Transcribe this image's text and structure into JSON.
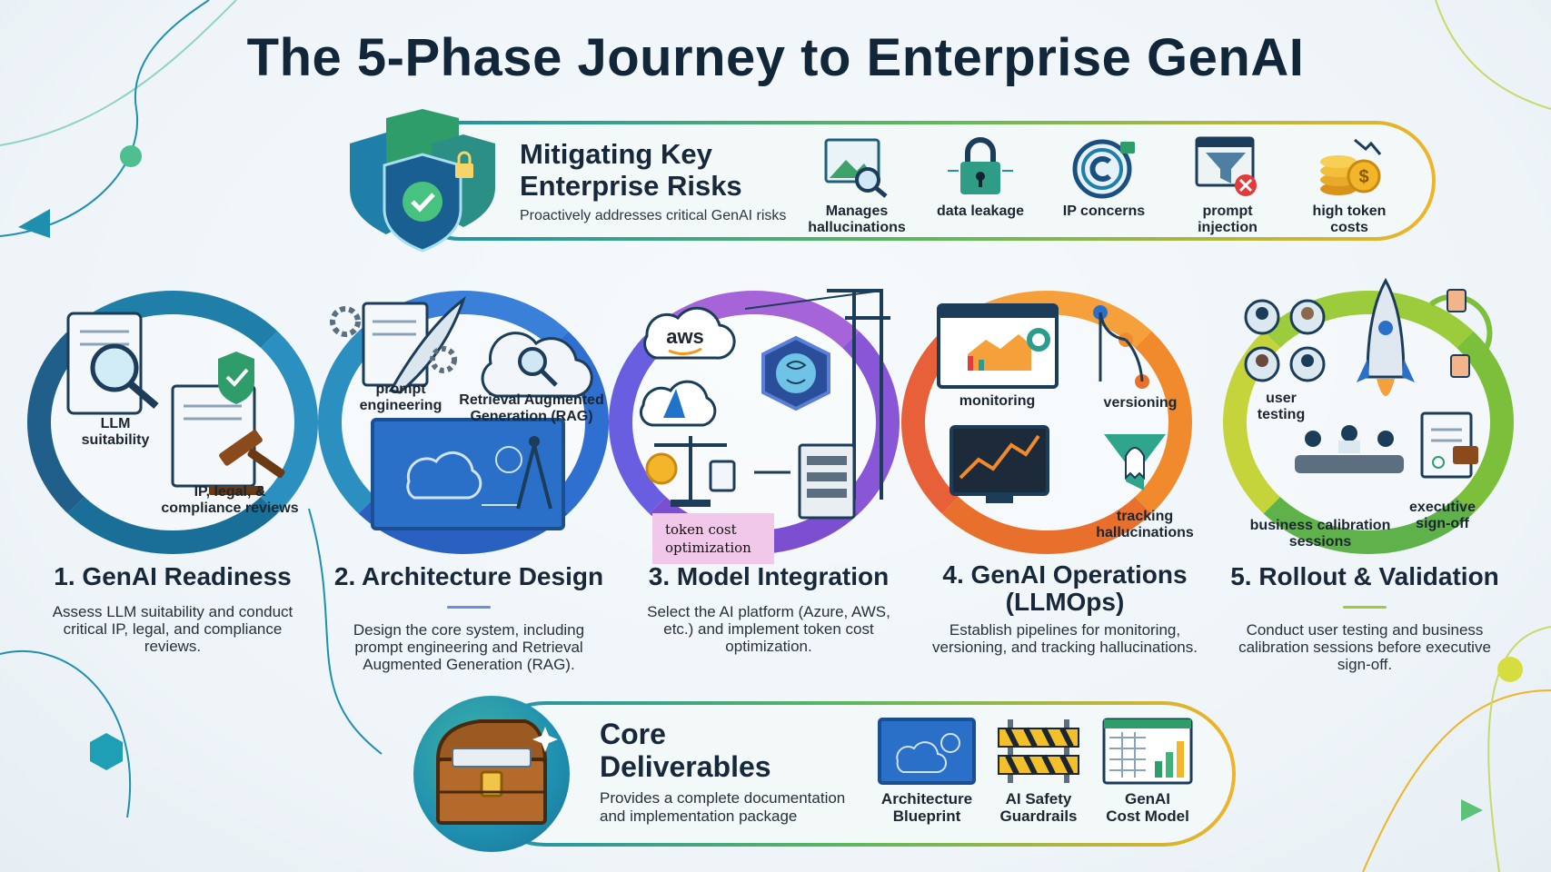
{
  "title": "The 5-Phase Journey to Enterprise GenAI",
  "risks": {
    "heading_line1": "Mitigating Key",
    "heading_line2": "Enterprise Risks",
    "subtitle": "Proactively addresses critical GenAI risks",
    "items": [
      {
        "icon": "hallucination-image-icon",
        "line1": "Manages",
        "line2": "hallucinations"
      },
      {
        "icon": "padlock-icon",
        "line1": "data leakage",
        "line2": ""
      },
      {
        "icon": "copyright-icon",
        "line1": "IP concerns",
        "line2": ""
      },
      {
        "icon": "filter-block-icon",
        "line1": "prompt",
        "line2": "injection"
      },
      {
        "icon": "coins-icon",
        "line1": "high token",
        "line2": "costs"
      }
    ]
  },
  "phases": [
    {
      "title": "1. GenAI Readiness",
      "labels": [
        "LLM\nsuitability",
        "IP, legal, &\ncompliance reviews"
      ],
      "desc": "Assess LLM suitability and conduct critical IP, legal, and compliance reviews.",
      "color": "#1f7fa8"
    },
    {
      "title": "2. Architecture Design",
      "labels": [
        "prompt\nengineering",
        "Retrieval Augmented\nGeneration (RAG)"
      ],
      "desc": "Design the core system, including prompt engineering and Retrieval Augmented Generation (RAG).",
      "color": "#2f6fd0"
    },
    {
      "title": "3. Model Integration",
      "labels": [
        "aws"
      ],
      "desc": "Select the AI platform (Azure, AWS, etc.) and implement token cost optimization.",
      "color": "#8a56d8"
    },
    {
      "title": "4. GenAI Operations",
      "title2": "(LLMOps)",
      "labels": [
        "monitoring",
        "versioning",
        "tracking\nhallucinations"
      ],
      "desc": "Establish pipelines for monitoring, versioning, and tracking hallucinations.",
      "color": "#f08a2c"
    },
    {
      "title": "5. Rollout & Validation",
      "labels": [
        "user\ntesting",
        "business calibration\nsessions",
        "executive\nsign-off"
      ],
      "desc": "Conduct user testing and business calibration sessions before executive sign-off.",
      "color": "#7cbf3a"
    }
  ],
  "token_tag": "token cost optimization",
  "deliverables": {
    "heading_line1": "Core",
    "heading_line2": "Deliverables",
    "subtitle": "Provides a complete documentation and implementation package",
    "items": [
      {
        "icon": "blueprint-icon",
        "line1": "Architecture",
        "line2": "Blueprint"
      },
      {
        "icon": "barrier-icon",
        "line1": "AI Safety",
        "line2": "Guardrails"
      },
      {
        "icon": "spreadsheet-chart-icon",
        "line1": "GenAI",
        "line2": "Cost Model"
      }
    ]
  }
}
